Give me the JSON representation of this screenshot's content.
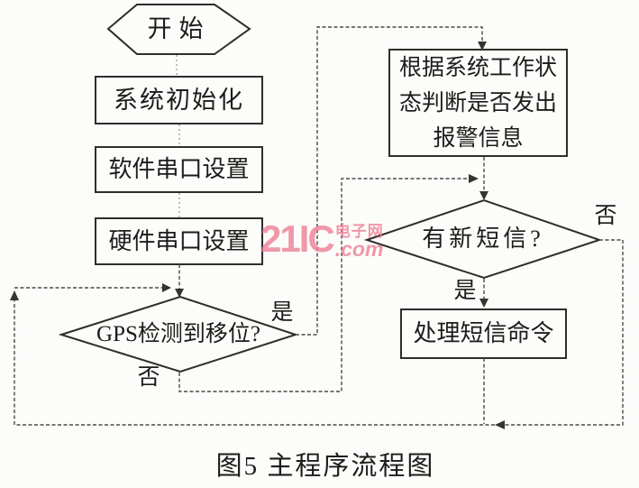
{
  "figure": {
    "caption": "图5 主程序流程图"
  },
  "watermark": {
    "brand": "21IC",
    "site_cn": "电子网",
    "site_suffix": ".com",
    "color": "#ee7f95"
  },
  "flowchart": {
    "line_color": "#4c4a46",
    "shape_border_color": "#2e2d2a",
    "nodes": [
      {
        "id": "start",
        "type": "terminator-hexagon",
        "label": "开始"
      },
      {
        "id": "init",
        "type": "process",
        "label": "系统初始化"
      },
      {
        "id": "sw-serial",
        "type": "process",
        "label": "软件串口设置"
      },
      {
        "id": "hw-serial",
        "type": "process",
        "label": "硬件串口设置"
      },
      {
        "id": "gps-check",
        "type": "decision",
        "label": "GPS检测到移位?"
      },
      {
        "id": "alarm-judge",
        "type": "process",
        "label_lines": [
          "根据系统工作状",
          "态判断是否发出",
          "报警信息"
        ]
      },
      {
        "id": "sms-check",
        "type": "decision",
        "label": "有新短信?"
      },
      {
        "id": "sms-handle",
        "type": "process",
        "label": "处理短信命令"
      }
    ],
    "branch_labels": {
      "gps_yes": "是",
      "gps_no": "否",
      "sms_yes": "是",
      "sms_no": "否"
    }
  }
}
